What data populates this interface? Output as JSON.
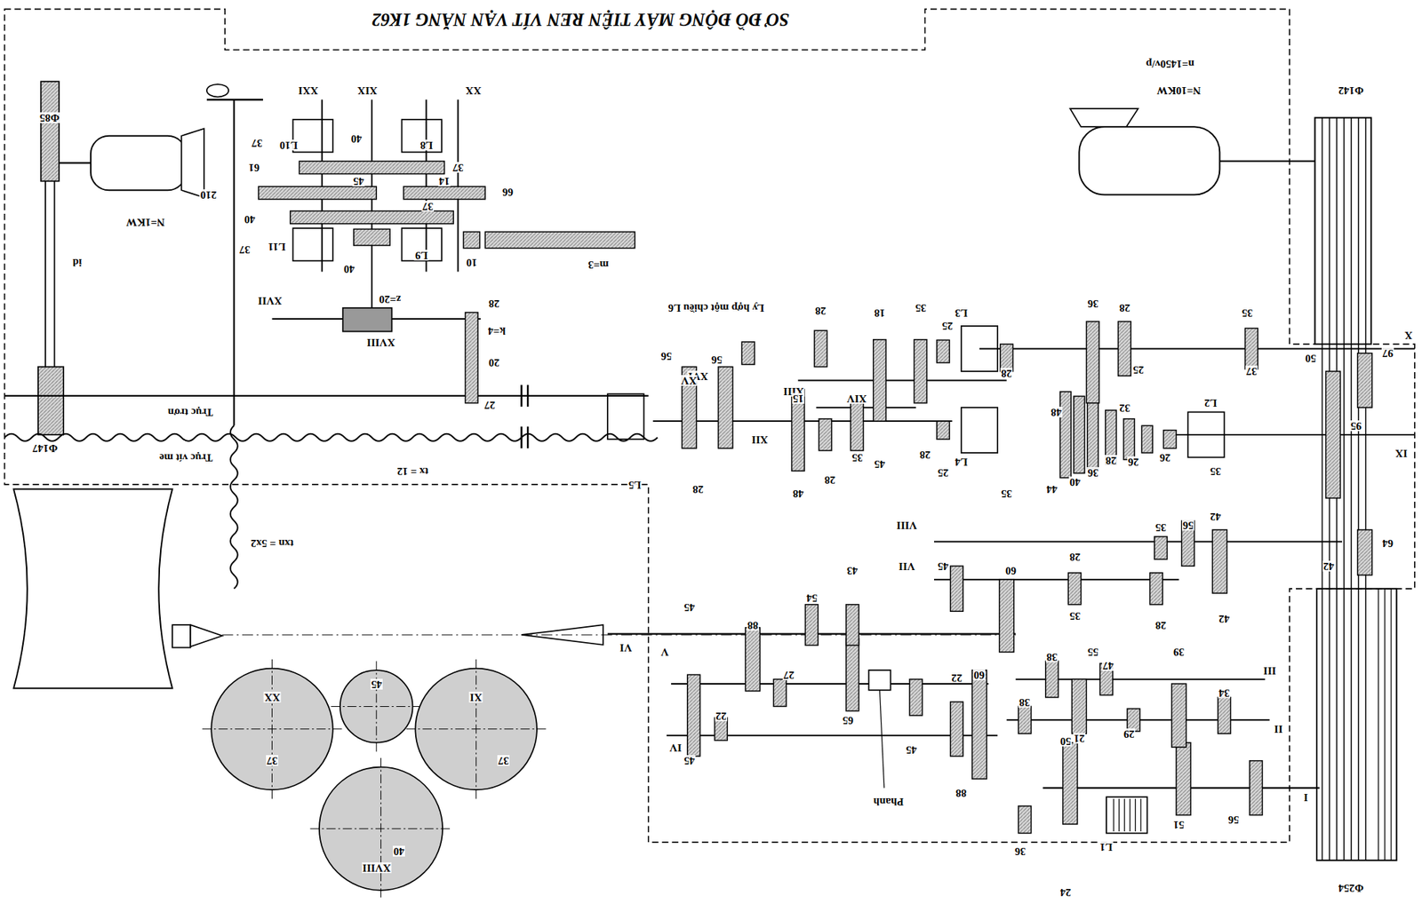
{
  "diagram": {
    "title": "SƠ ĐỒ ĐỘNG MÁY TIỆN REN VÍT VẠN NĂNG 1K62",
    "labels": [
      "N=10KW",
      "n=1450v/p",
      "Φ142",
      "Φ85",
      "N=1KW",
      "XXI",
      "XIX",
      "XX",
      "37",
      "L10",
      "40",
      "L8",
      "37",
      "61",
      "66",
      "14",
      "45",
      "210",
      "40",
      "37",
      "37",
      "L11",
      "40",
      "L9",
      "10",
      "m=3",
      "id",
      "Ly hợp một chiều L6",
      "XVII",
      "z=20",
      "XVIII",
      "28",
      "k=4",
      "20",
      "27",
      "56",
      "56",
      "XVI",
      "Φ147",
      "Trục trơn",
      "Trục vít me",
      "XV",
      "tx = 12",
      "28",
      "L5",
      "txn = 5x2",
      "28",
      "18",
      "35",
      "25",
      "L3",
      "36",
      "28",
      "35",
      "X",
      "28",
      "25",
      "37",
      "50",
      "97",
      "XIII",
      "15",
      "XIV",
      "XII",
      "48",
      "32",
      "IX",
      "95",
      "48",
      "28",
      "35",
      "45",
      "28",
      "25",
      "35",
      "44",
      "40",
      "36",
      "28",
      "26",
      "26",
      "L2",
      "35",
      "L4",
      "56",
      "42",
      "35",
      "42",
      "64",
      "VIII",
      "28",
      "28",
      "42",
      "35",
      "VII",
      "45",
      "60",
      "43",
      "54",
      "45",
      "V",
      "VI",
      "88",
      "60",
      "22",
      "38",
      "55",
      "47",
      "39",
      "34",
      "III",
      "27",
      "IV",
      "22",
      "65",
      "21",
      "29",
      "38",
      "50",
      "II",
      "45",
      "45",
      "88",
      "I",
      "Phanh",
      "L1",
      "51",
      "56",
      "36",
      "24",
      "Φ254",
      "XX",
      "45",
      "XI",
      "37",
      "37",
      "XVIII",
      "40"
    ]
  }
}
